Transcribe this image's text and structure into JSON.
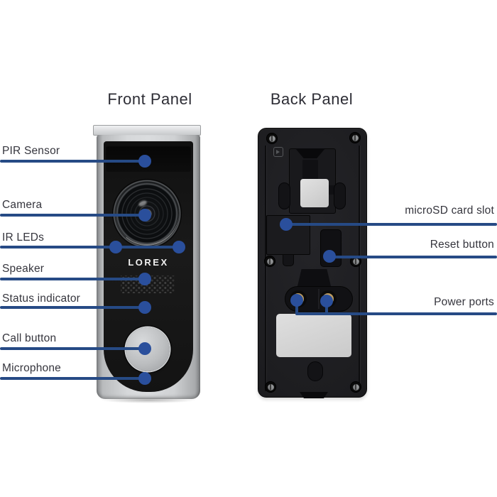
{
  "front_panel": {
    "title": "Front Panel",
    "brand": "LOREX",
    "labels": [
      {
        "text": "PIR Sensor"
      },
      {
        "text": "Camera"
      },
      {
        "text": "IR LEDs"
      },
      {
        "text": "Speaker"
      },
      {
        "text": "Status indicator"
      },
      {
        "text": "Call button"
      },
      {
        "text": "Microphone"
      }
    ]
  },
  "back_panel": {
    "title": "Back Panel",
    "labels": [
      {
        "text": "microSD card slot"
      },
      {
        "text": "Reset button"
      },
      {
        "text": "Power ports"
      }
    ]
  },
  "colors": {
    "annotation_line": "#264a85",
    "annotation_dot": "#2a4f9c",
    "label_text": "#35353d"
  }
}
